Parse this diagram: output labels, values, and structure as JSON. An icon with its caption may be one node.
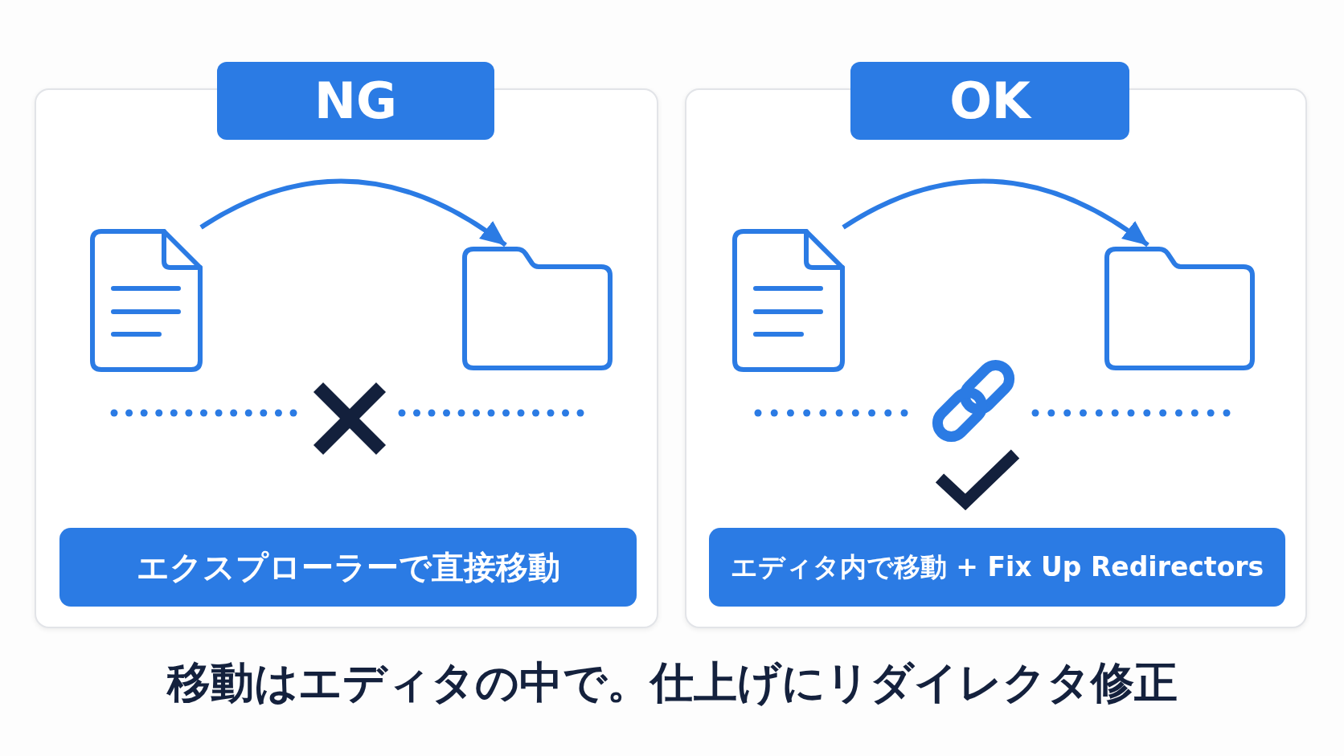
{
  "diagram": {
    "caption": "移動はエディタの中で。仕上げにリダイレクタ修正",
    "nodes": [
      {
        "text": [
          "NG"
        ]
      },
      {
        "text": [],
        "shape": "document",
        "in": 0
      },
      {
        "text": [],
        "shape": "folder",
        "in": 0
      },
      {
        "text": [
          "エクスプローラーで直接移動"
        ],
        "in": 0
      },
      {
        "text": [
          "OK"
        ]
      },
      {
        "text": [],
        "shape": "document",
        "in": 4
      },
      {
        "text": [],
        "shape": "folder",
        "in": 4
      },
      {
        "text": [
          "エディタ内で移動 + Fix Up Redirectors"
        ],
        "in": 4
      }
    ],
    "edges": [
      {
        "from": 1,
        "to": 2,
        "arrow": "to"
      },
      {
        "from": 5,
        "to": 6,
        "arrow": "to"
      }
    ]
  }
}
